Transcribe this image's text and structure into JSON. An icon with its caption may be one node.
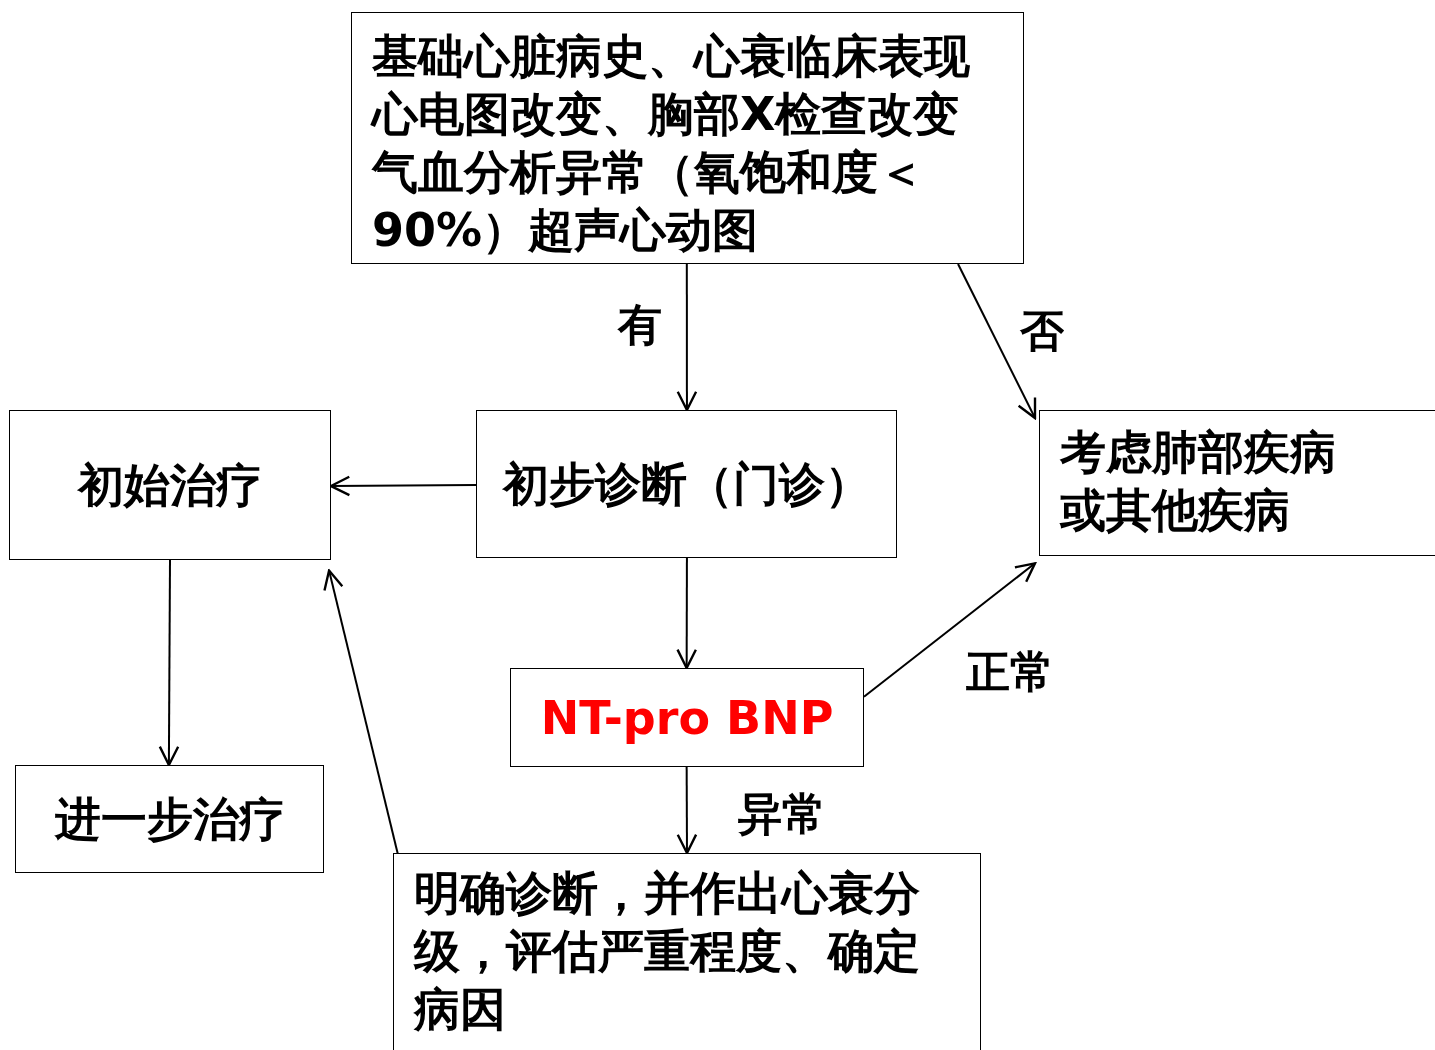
{
  "diagram": {
    "nodes": [
      {
        "text": [
          "基础心脏病史、心衰临床表现心电图改变、胸部X检查改变气血分析异常（氧饱和度＜90%）超声心动图"
        ]
      },
      {
        "text": [
          "初始治疗"
        ]
      },
      {
        "text": [
          "初步诊断（门诊）"
        ]
      },
      {
        "text": [
          "考虑肺部疾病或其他疾病"
        ]
      },
      {
        "text": [
          "NT-pro BNP"
        ]
      },
      {
        "text": [
          "进一步治疗"
        ]
      },
      {
        "text": [
          "明确诊断，并作出心衰分级，评估严重程度、确定病因"
        ]
      }
    ],
    "edges": [
      {
        "from": 0,
        "to": 2,
        "arrow": "to",
        "label": "有"
      },
      {
        "from": 0,
        "to": 3,
        "arrow": "to",
        "label": "否"
      },
      {
        "from": 2,
        "to": 1,
        "arrow": "to"
      },
      {
        "from": 2,
        "to": 4,
        "arrow": "to"
      },
      {
        "from": 4,
        "to": 3,
        "arrow": "to",
        "label": "正常"
      },
      {
        "from": 4,
        "to": 6,
        "arrow": "to",
        "label": "异常"
      },
      {
        "from": 1,
        "to": 5,
        "arrow": "to"
      },
      {
        "from": 6,
        "to": 1,
        "arrow": "to"
      }
    ]
  }
}
